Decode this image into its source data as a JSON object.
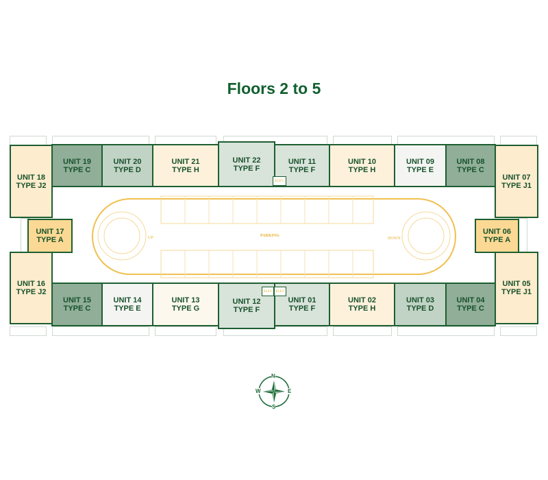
{
  "title": "Floors 2 to 5",
  "units": [
    {
      "unit": "UNIT 18",
      "type": "TYPE J2"
    },
    {
      "unit": "UNIT 19",
      "type": "TYPE C"
    },
    {
      "unit": "UNIT 20",
      "type": "TYPE D"
    },
    {
      "unit": "UNIT 21",
      "type": "TYPE H"
    },
    {
      "unit": "UNIT 22",
      "type": "TYPE F"
    },
    {
      "unit": "UNIT 11",
      "type": "TYPE F"
    },
    {
      "unit": "UNIT 10",
      "type": "TYPE H"
    },
    {
      "unit": "UNIT 09",
      "type": "TYPE E"
    },
    {
      "unit": "UNIT 08",
      "type": "TYPE C"
    },
    {
      "unit": "UNIT 07",
      "type": "TYPE J1"
    },
    {
      "unit": "UNIT 17",
      "type": "TYPE A"
    },
    {
      "unit": "UNIT 06",
      "type": "TYPE A"
    },
    {
      "unit": "UNIT 16",
      "type": "TYPE J2"
    },
    {
      "unit": "UNIT 15",
      "type": "TYPE C"
    },
    {
      "unit": "UNIT 14",
      "type": "TYPE E"
    },
    {
      "unit": "UNIT 13",
      "type": "TYPE G"
    },
    {
      "unit": "UNIT 12",
      "type": "TYPE F"
    },
    {
      "unit": "UNIT 01",
      "type": "TYPE F"
    },
    {
      "unit": "UNIT 02",
      "type": "TYPE H"
    },
    {
      "unit": "UNIT 03",
      "type": "TYPE D"
    },
    {
      "unit": "UNIT 04",
      "type": "TYPE C"
    },
    {
      "unit": "UNIT 05",
      "type": "TYPE J1"
    }
  ],
  "parking": {
    "label": "PARKING",
    "up": "UP",
    "down": "DOWN"
  },
  "elev": [
    "ELEV",
    "ELEV",
    "ELEV"
  ],
  "compass": {
    "n": "N",
    "e": "E",
    "s": "S",
    "w": "W"
  },
  "colors": {
    "green": "#1c5e30",
    "title": "#11602f",
    "parking_line": "#f0c050"
  }
}
